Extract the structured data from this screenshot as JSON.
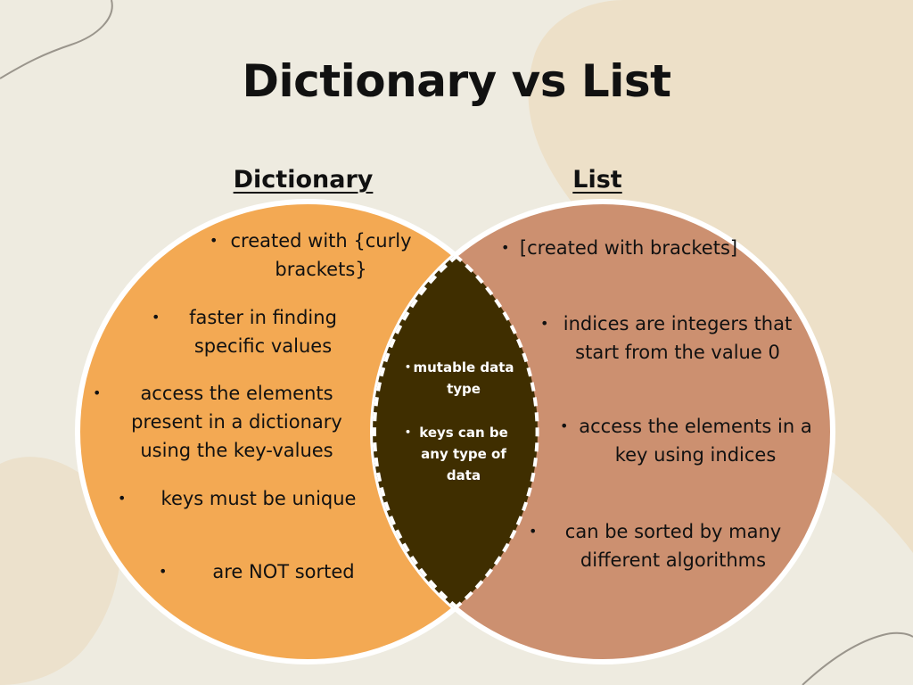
{
  "title": "Dictionary vs List",
  "sets": {
    "left_label": "Dictionary",
    "right_label": "List"
  },
  "dictionary_items": [
    "created with {curly brackets}",
    "faster in finding specific values",
    "access the elements present in a dictionary using the key-values",
    "keys must be unique",
    "are NOT sorted"
  ],
  "list_items": [
    "[created with brackets]",
    "indices are integers that start from the value 0",
    "access the elements in a key using indices",
    "can be sorted by many different algorithms"
  ],
  "common_items": [
    "mutable data type",
    "keys can be any type of data"
  ],
  "colors": {
    "background": "#eeebe0",
    "left_circle": "#f3a953",
    "right_circle": "#cc9070",
    "overlap": "#3f2e00",
    "outline": "#ffffff"
  }
}
